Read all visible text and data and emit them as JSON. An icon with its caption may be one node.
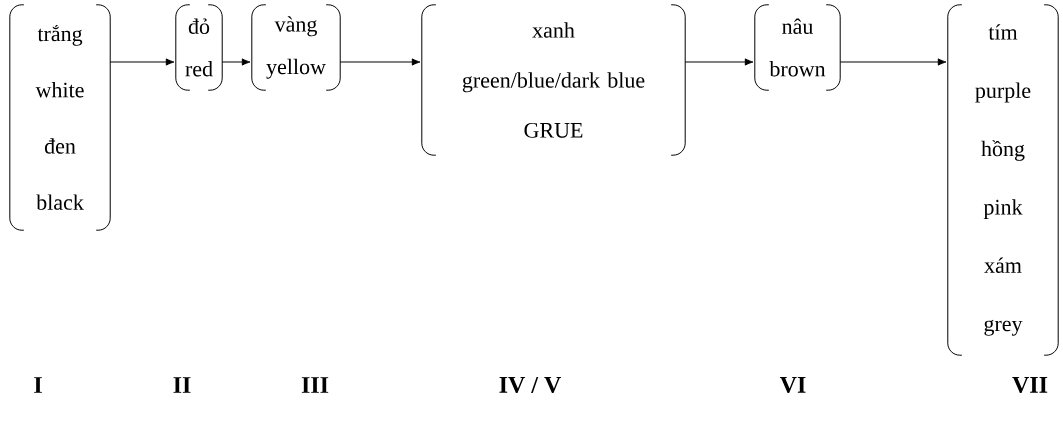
{
  "diagram": {
    "nodes": [
      {
        "text": [
          "trắng",
          "white",
          "đen",
          "black"
        ]
      },
      {
        "text": [
          "đỏ",
          "red"
        ]
      },
      {
        "text": [
          "vàng",
          "yellow"
        ]
      },
      {
        "text": [
          "xanh",
          "green/blue/dark blue",
          "GRUE"
        ]
      },
      {
        "text": [
          "nâu",
          "brown"
        ]
      },
      {
        "text": [
          "tím",
          "purple",
          "hồng",
          "pink",
          "xám",
          "grey"
        ]
      }
    ],
    "edges": [
      {
        "from": 0,
        "to": 1,
        "arrow": "to"
      },
      {
        "from": 1,
        "to": 2,
        "arrow": "to"
      },
      {
        "from": 2,
        "to": 3,
        "arrow": "to"
      },
      {
        "from": 3,
        "to": 4,
        "arrow": "to"
      },
      {
        "from": 4,
        "to": 5,
        "arrow": "to"
      }
    ],
    "labels": [
      "I",
      "II",
      "III",
      "IV / V",
      "VI",
      "VII"
    ]
  }
}
